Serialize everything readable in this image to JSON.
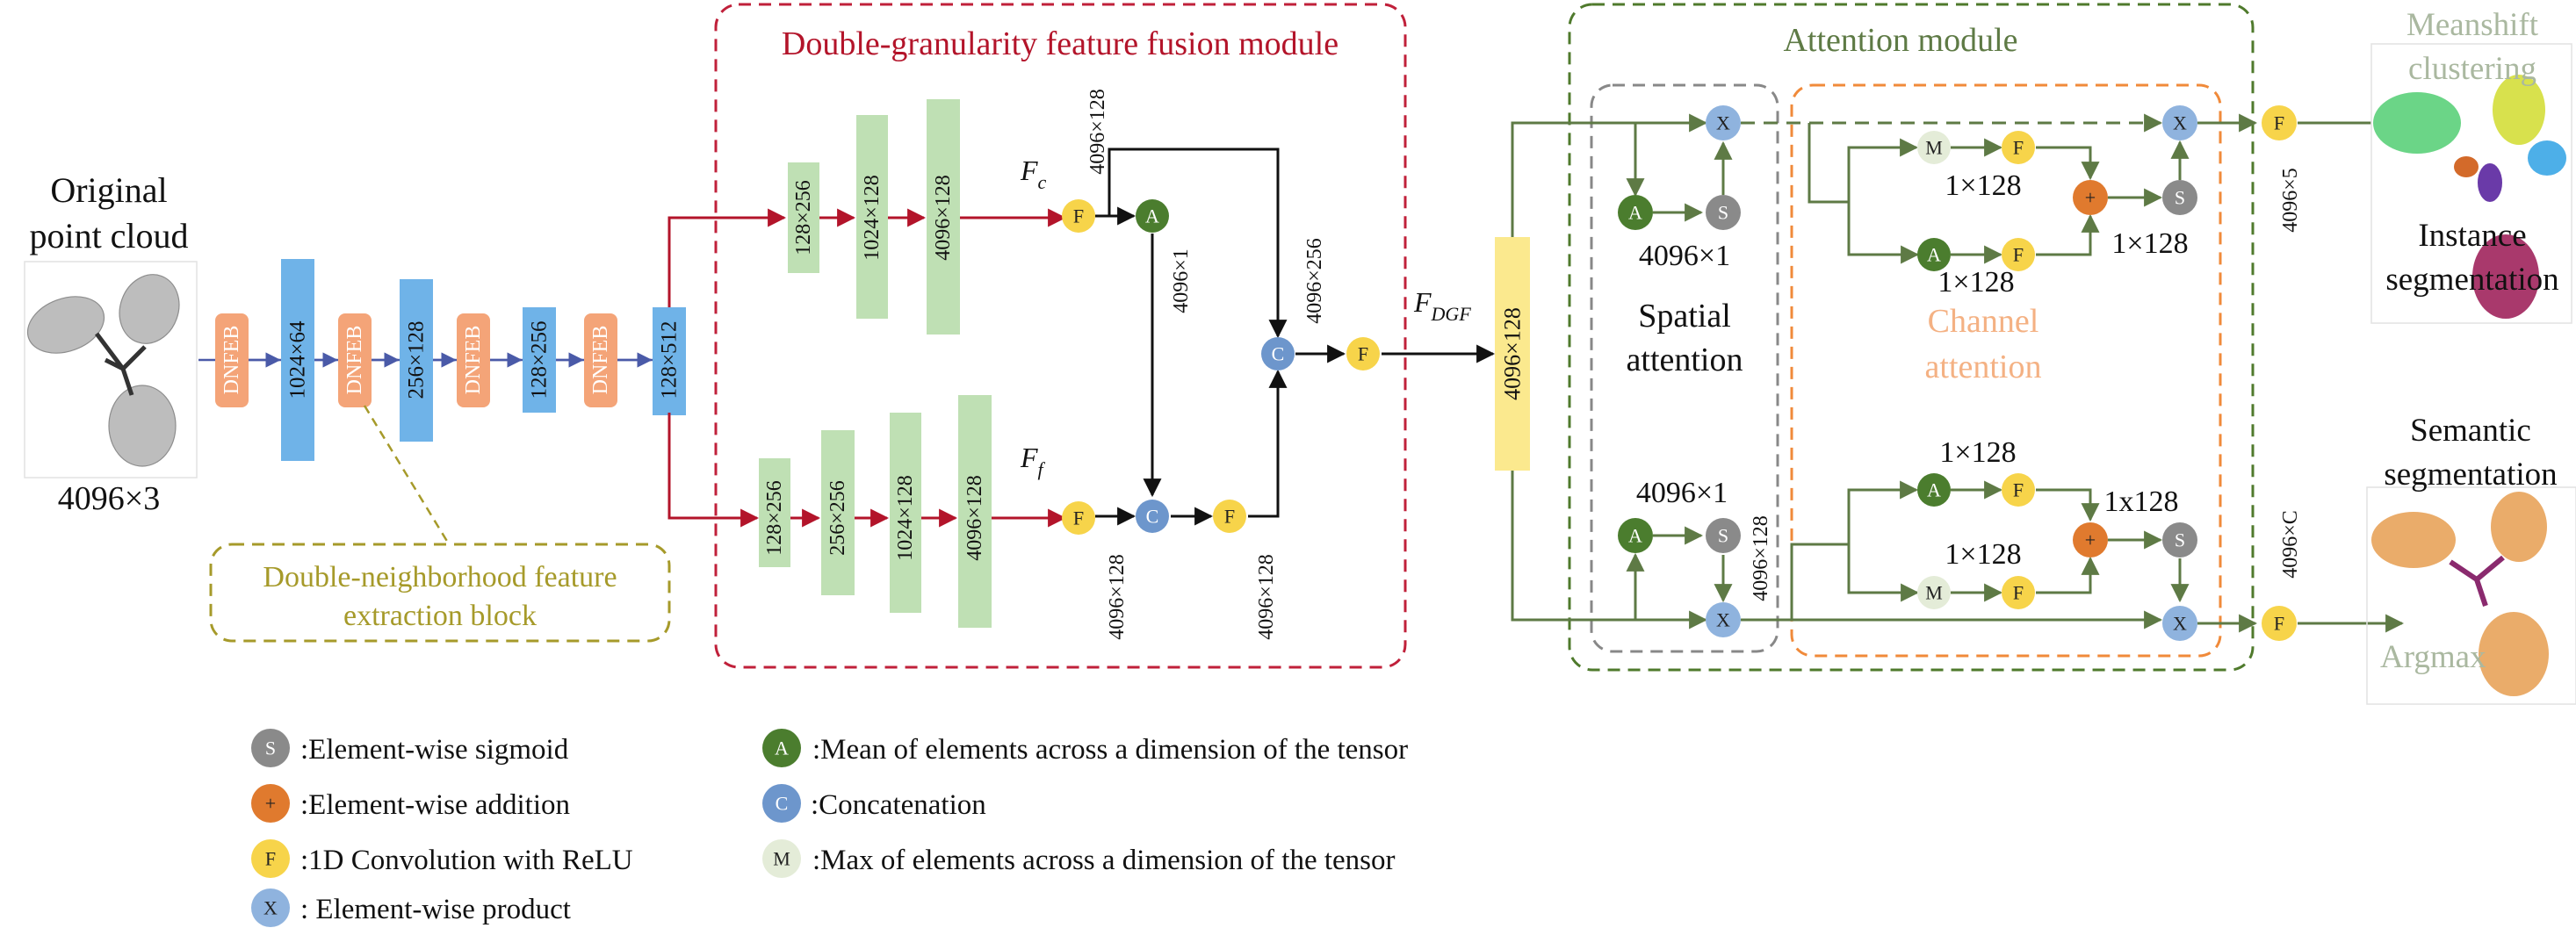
{
  "input": {
    "title_line1": "Original",
    "title_line2": "point cloud",
    "size": "4096×3"
  },
  "encoder": {
    "dnfeb_label": "DNFEB",
    "dims": [
      "1024×64",
      "256×128",
      "128×256",
      "128×512"
    ]
  },
  "dnfeb_callout": {
    "line1": "Double-neighborhood feature",
    "line2": "extraction block"
  },
  "dgf_module": {
    "title": "Double-granularity feature fusion module",
    "coarse_dims": [
      "128×256",
      "1024×128",
      "4096×128"
    ],
    "fine_dims": [
      "128×256",
      "256×256",
      "1024×128",
      "4096×128"
    ],
    "fc_label": "F",
    "fc_sub": "c",
    "ff_label": "F",
    "ff_sub": "f",
    "dim_a": "4096×128",
    "dim_b": "4096×1",
    "dim_c": "4096×256",
    "dim_d": "4096×128",
    "dim_e": "4096×128",
    "fdgf_label": "F",
    "fdgf_sub": "DGF",
    "fdgf_dim": "4096×128"
  },
  "attention": {
    "title": "Attention module",
    "spatial_line1": "Spatial",
    "spatial_line2": "attention",
    "channel_line1": "Channel",
    "channel_line2": "attention",
    "top_dim_1": "4096×1",
    "top_dim_2": "1×128",
    "top_dim_3": "1×128",
    "top_dim_4": "1×128",
    "bot_dim_1": "4096×1",
    "bot_dim_2": "4096×128",
    "bot_dim_3": "1×128",
    "bot_dim_4": "1x128",
    "bot_dim_5": "1×128"
  },
  "outputs": {
    "instance_dim": "4096×5",
    "semantic_dim": "4096×C",
    "meanshift_line1": "Meanshift",
    "meanshift_line2": "clustering",
    "instance_line1": "Instance",
    "instance_line2": "segmentation",
    "semantic_line1": "Semantic",
    "semantic_line2": "segmentation",
    "argmax": "Argmax"
  },
  "legend": [
    {
      "symbol": "S",
      "text": ":Element-wise sigmoid",
      "color": "#8a8a8a"
    },
    {
      "symbol": "+",
      "text": ":Element-wise addition",
      "color": "#e07a2e"
    },
    {
      "symbol": "F",
      "text": ":1D Convolution with ReLU",
      "color": "#f7d44a"
    },
    {
      "symbol": "X",
      "text": ": Element-wise product",
      "color": "#8fb3de"
    },
    {
      "symbol": "A",
      "text": ":Mean of elements across a dimension of the tensor",
      "color": "#4b7d2e"
    },
    {
      "symbol": "C",
      "text": ":Concatenation",
      "color": "#6d96cc"
    },
    {
      "symbol": "M",
      "text": ":Max of elements across a dimension of the tensor",
      "color": "#e4ecd8"
    }
  ],
  "colors": {
    "dnfeb": "#f4a478",
    "encoder_block": "#6fb3e8",
    "green_block": "#bfe0b4",
    "yellow_block": "#fbe98e",
    "red_arrow": "#b3142a",
    "blue_arrow": "#4a5aa8",
    "green_arrow": "#5e7a45",
    "dgf_border": "#c0203a",
    "att_border": "#4f7a2c",
    "spatial_border": "#888888",
    "channel_border": "#f08a3a",
    "callout_border": "#a69a2a"
  }
}
